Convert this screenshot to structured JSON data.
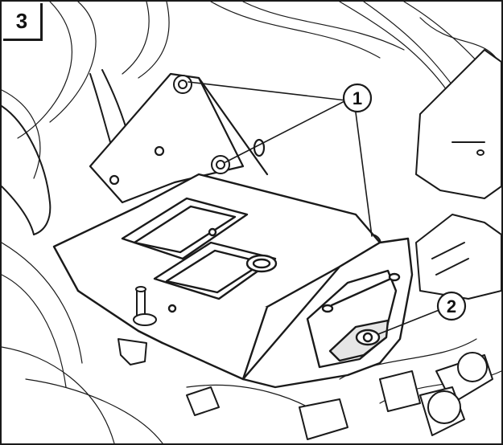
{
  "figure": {
    "step_number": "3",
    "callouts": [
      {
        "label": "1"
      },
      {
        "label": "2"
      }
    ]
  },
  "colors": {
    "line": "#1a1a1a",
    "background": "#ffffff",
    "shade": "#e6e6e6"
  }
}
